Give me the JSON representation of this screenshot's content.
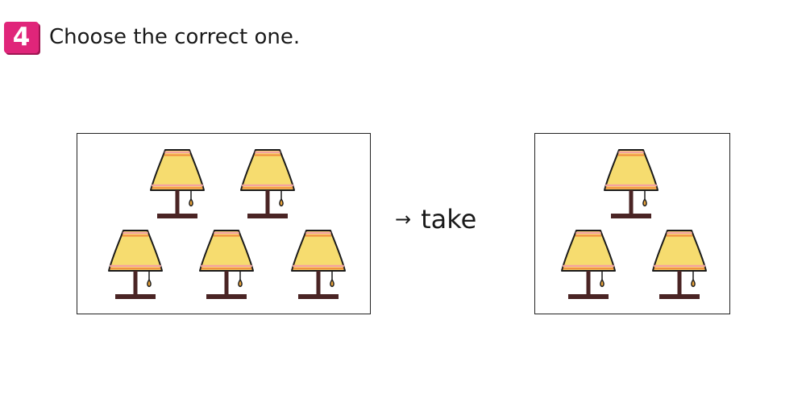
{
  "question": {
    "number": "4",
    "prompt": "Choose the correct one."
  },
  "operation": {
    "arrow": "→",
    "word": "take"
  },
  "left_box": {
    "item": "lamp",
    "count": 5
  },
  "right_box": {
    "item": "lamp",
    "count": 3
  },
  "colors": {
    "badge": "#e0257a",
    "shade": "#f6dc6f",
    "stripe_pink": "#f3a2a0",
    "stripe_orange": "#f28a3c",
    "base": "#4a2424",
    "pull_bead": "#e8a23a"
  }
}
